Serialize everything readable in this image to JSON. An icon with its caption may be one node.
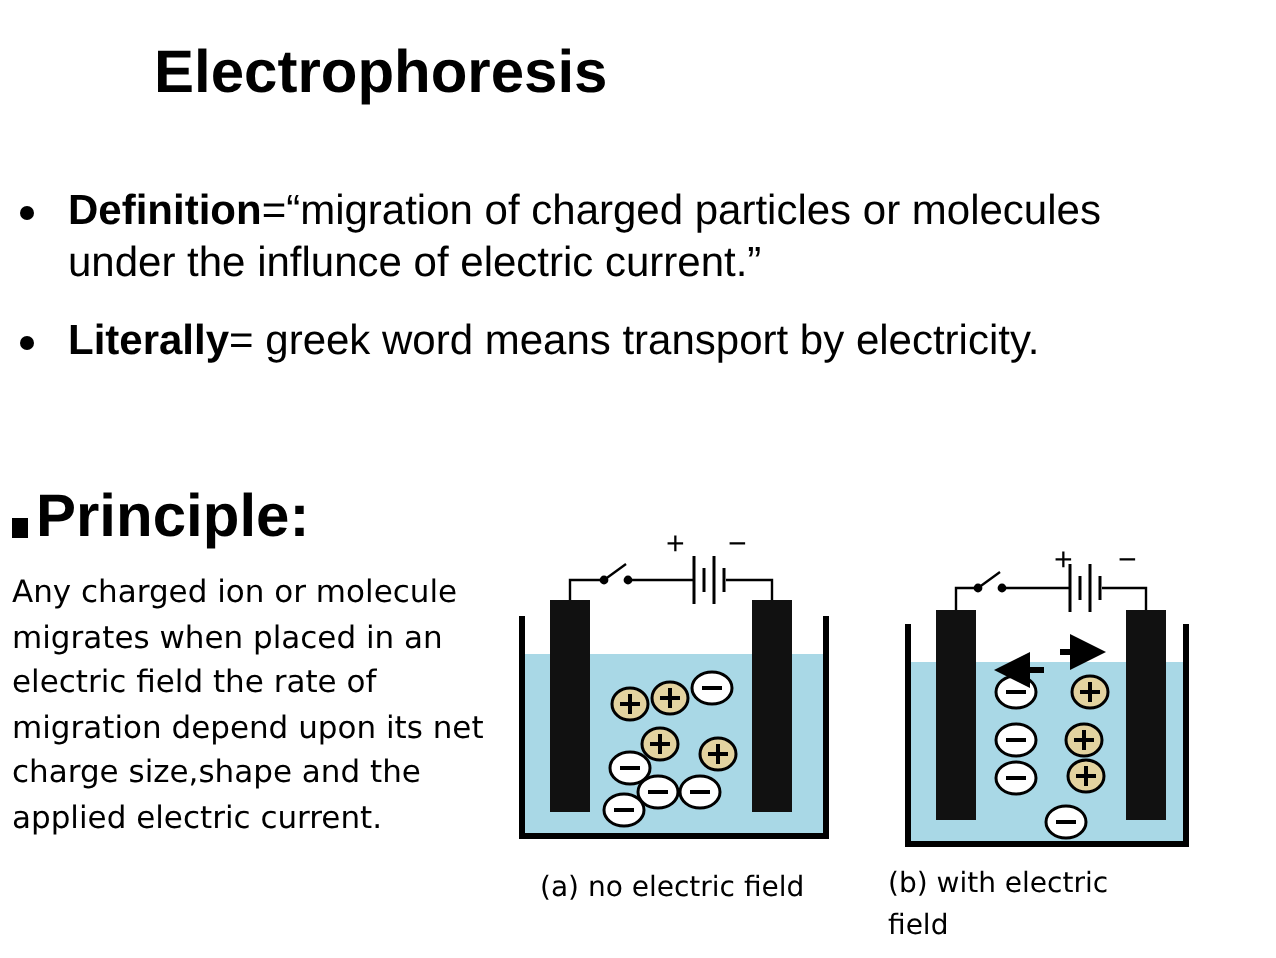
{
  "diagram": {
    "title": "Electrophoresis",
    "labels": [
      "**Definition**=“migration of charged particles or molecules under the influnce of electric current.”",
      "**Literally**= greek word means transport by electricity.",
      "Principle:",
      "Any charged ion or molecule migrates when placed in an electric field the rate of migration depend upon its net charge size,shape and the applied electric current.",
      "+",
      "−",
      "+",
      "−",
      "(a) no electric field",
      "(b) with electric field"
    ]
  }
}
